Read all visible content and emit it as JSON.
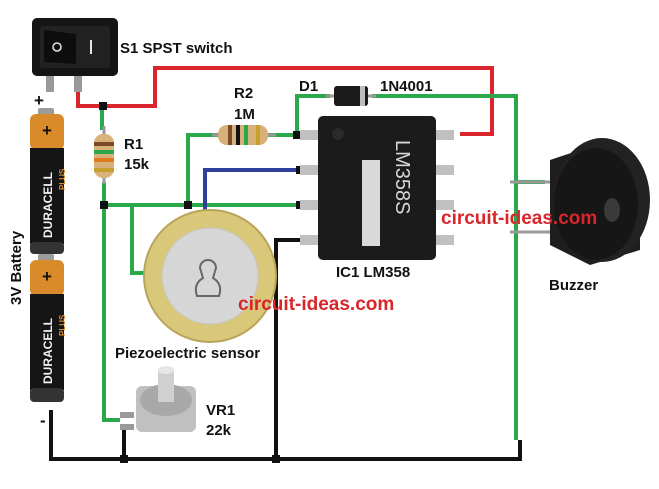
{
  "labels": {
    "switch": "S1 SPST switch",
    "r1_name": "R1",
    "r1_value": "15k",
    "r2_name": "R2",
    "r2_value": "1M",
    "d1_name": "D1",
    "d1_part": "1N4001",
    "ic_marking": "LM358S",
    "ic_label": "IC1 LM358",
    "battery": "3V Battery",
    "plus": "+",
    "minus": "-",
    "cell_plus": "+",
    "cell_brand": "DURACELL",
    "cell_sub": "PLUS",
    "buzzer": "Buzzer",
    "piezo": "Piezoelectric sensor",
    "vr1_name": "VR1",
    "vr1_value": "22k",
    "watermark_1": "circuit-ideas.com",
    "watermark_2": "circuit-ideas.com"
  },
  "colors": {
    "wire_red": "#d9262c",
    "wire_green": "#2aa84a",
    "wire_blue": "#2e3f9c",
    "wire_black": "#111111",
    "watermark": "#d8262a",
    "battery_copper": "#d98a2b",
    "piezo_brass": "#d9c77a"
  }
}
